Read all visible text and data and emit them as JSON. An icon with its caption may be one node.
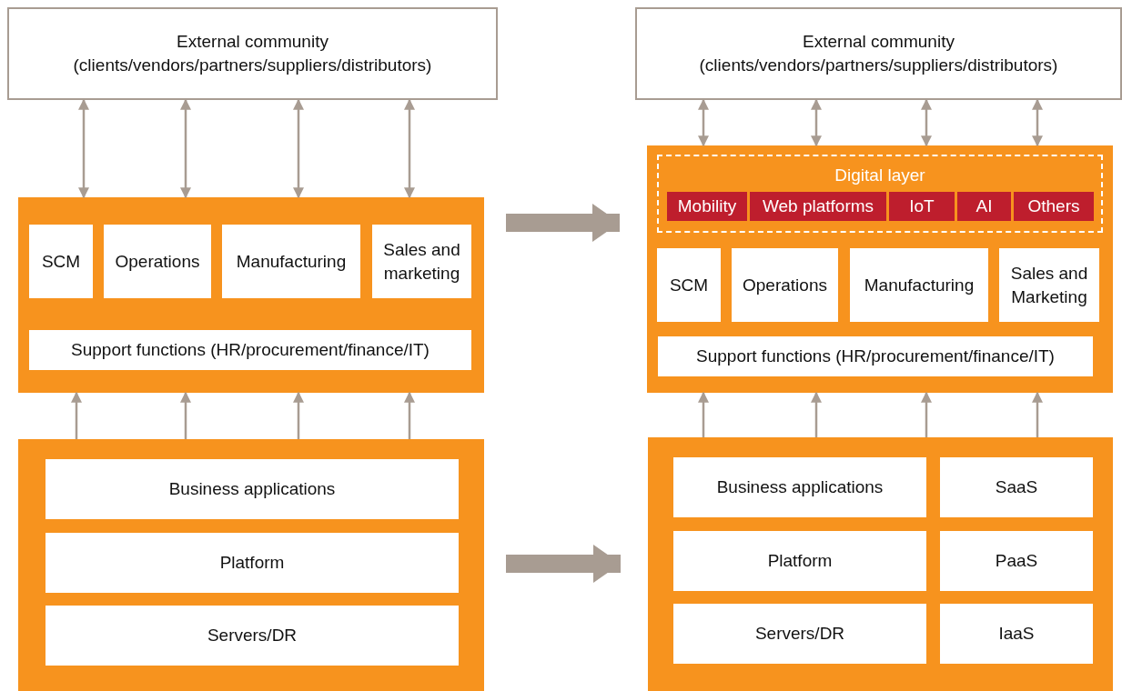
{
  "diagram": {
    "nodes": [
      {
        "text": [
          "External community (clients/vendors/partners/suppliers/distributors)"
        ]
      },
      {
        "text": [],
        "shape": "box"
      },
      {
        "text": [
          "SCM"
        ],
        "in": 1
      },
      {
        "text": [
          "Operations"
        ],
        "in": 1
      },
      {
        "text": [
          "Manufacturing"
        ],
        "in": 1
      },
      {
        "text": [
          "Sales and marketing"
        ],
        "in": 1
      },
      {
        "text": [
          "Support functions (HR/procurement/finance/IT)"
        ],
        "in": 1
      },
      {
        "text": [],
        "shape": "box"
      },
      {
        "text": [
          "Business applications"
        ],
        "in": 7
      },
      {
        "text": [
          "Platform"
        ],
        "in": 7
      },
      {
        "text": [
          "Servers/DR"
        ],
        "in": 7
      },
      {
        "text": [
          "External community (clients/vendors/partners/suppliers/distributors)"
        ]
      },
      {
        "text": [],
        "shape": "box"
      },
      {
        "text": [
          "Digital layer"
        ],
        "in": 12
      },
      {
        "text": [
          "Mobility"
        ],
        "in": 13
      },
      {
        "text": [
          "Web platforms"
        ],
        "in": 13
      },
      {
        "text": [
          "IoT"
        ],
        "in": 13
      },
      {
        "text": [
          "AI"
        ],
        "in": 13
      },
      {
        "text": [
          "Others"
        ],
        "in": 13
      },
      {
        "text": [
          "SCM"
        ],
        "in": 12
      },
      {
        "text": [
          "Operations"
        ],
        "in": 12
      },
      {
        "text": [
          "Manufacturing"
        ],
        "in": 12
      },
      {
        "text": [
          "Sales and Marketing"
        ],
        "in": 12
      },
      {
        "text": [
          "Support functions (HR/procurement/finance/IT)"
        ],
        "in": 12
      },
      {
        "text": [],
        "shape": "box"
      },
      {
        "text": [
          "Business applications"
        ],
        "in": 24
      },
      {
        "text": [
          "SaaS"
        ],
        "in": 24
      },
      {
        "text": [
          "Platform"
        ],
        "in": 24
      },
      {
        "text": [
          "PaaS"
        ],
        "in": 24
      },
      {
        "text": [
          "Servers/DR"
        ],
        "in": 24
      },
      {
        "text": [
          "IaaS"
        ],
        "in": 24
      }
    ],
    "edges": [
      {
        "from": 0,
        "to": 1,
        "arrow": "both"
      },
      {
        "from": 0,
        "to": 1,
        "arrow": "both"
      },
      {
        "from": 0,
        "to": 1,
        "arrow": "both"
      },
      {
        "from": 0,
        "to": 1,
        "arrow": "both"
      },
      {
        "from": 7,
        "to": 1,
        "arrow": "to"
      },
      {
        "from": 7,
        "to": 1,
        "arrow": "to"
      },
      {
        "from": 7,
        "to": 1,
        "arrow": "to"
      },
      {
        "from": 7,
        "to": 1,
        "arrow": "to"
      },
      {
        "from": 11,
        "to": 12,
        "arrow": "both"
      },
      {
        "from": 11,
        "to": 12,
        "arrow": "both"
      },
      {
        "from": 11,
        "to": 12,
        "arrow": "both"
      },
      {
        "from": 11,
        "to": 12,
        "arrow": "both"
      },
      {
        "from": 24,
        "to": 12,
        "arrow": "to"
      },
      {
        "from": 24,
        "to": 12,
        "arrow": "to"
      },
      {
        "from": 24,
        "to": 12,
        "arrow": "to"
      },
      {
        "from": 24,
        "to": 12,
        "arrow": "to"
      },
      {
        "from": 1,
        "to": 12,
        "arrow": "to",
        "style": "thick"
      },
      {
        "from": 7,
        "to": 24,
        "arrow": "to",
        "style": "thick"
      }
    ]
  }
}
